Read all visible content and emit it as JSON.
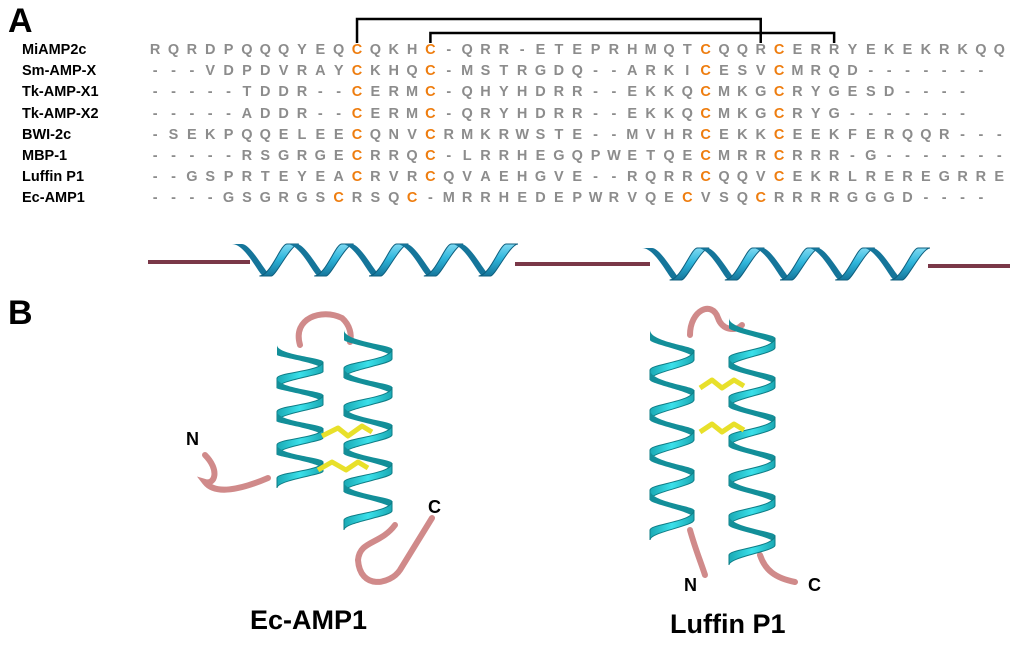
{
  "panels": {
    "a_label": "A",
    "b_label": "B"
  },
  "colors": {
    "cysteine": "#ee7d0f",
    "residue": "#8c8c8c",
    "helix": "#2fb6dc",
    "coil": "#b0606a",
    "disulfide": "#e8e02a",
    "ribbon_cyan": "#27cfd9"
  },
  "alignment": {
    "cysteine_char": "C",
    "gap_char": "-",
    "disulfide_bonds": [
      [
        12,
        34
      ],
      [
        16,
        38
      ]
    ],
    "sequences": [
      {
        "name": "MiAMP2c",
        "seq": "RQRDPQQQYEQCQKHC-QRR-ETEPRHMQTCQQRCERRYEKEKRKQQ"
      },
      {
        "name": "Sm-AMP-X",
        "seq": "---VDPDVRAYCKHQC-MSTRGDQ--ARKICESVCMRQD-------"
      },
      {
        "name": "Tk-AMP-X1",
        "seq": "-----TDDR--CERMC-QHYHDRR--EKKQCMKGCRYGESD----"
      },
      {
        "name": "Tk-AMP-X2",
        "seq": "-----ADDR--CERMC-QRYHDRR--EKKQCMKGCRYG-------"
      },
      {
        "name": "BWI-2c",
        "seq": "-SEKPQQELEECQNVCRMKRWSTE--MVHRCEKKCEEKFERQQR---"
      },
      {
        "name": "MBP-1",
        "seq": "-----RSGRGECRRQC-LRRHEGQPWETQECMRRCRRR-G-------"
      },
      {
        "name": "Luffin P1",
        "seq": "--GSPRTEYEACRVRCQVAEHGVE--RQRRCQQVCEKRLREREGRRE"
      },
      {
        "name": "Ec-AMP1",
        "seq": "----GSGRGSCRSQC-MRRHEDEPWRVQECVSQCRRRRGGGD----"
      }
    ]
  },
  "structures": [
    {
      "name": "Ec-AMP1",
      "n_label": "N",
      "c_label": "C"
    },
    {
      "name": "Luffin P1",
      "n_label": "N",
      "c_label": "C"
    }
  ]
}
